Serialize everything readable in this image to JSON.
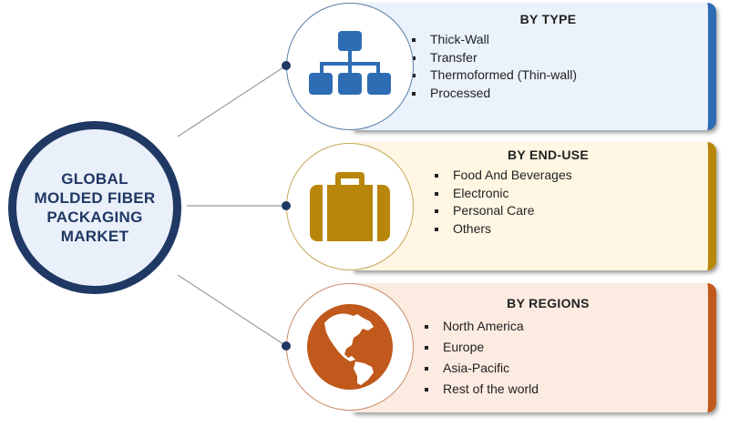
{
  "hub": {
    "title": "GLOBAL MOLDED FIBER PACKAGING MARKET",
    "color": "#1f3864"
  },
  "segments": [
    {
      "heading": "BY TYPE",
      "icon": "hierarchy-icon",
      "accent": "#2e6db4",
      "items": [
        "Thick-Wall",
        "Transfer",
        "Thermoformed (Thin-wall)",
        "Processed"
      ]
    },
    {
      "heading": "BY END-USE",
      "icon": "briefcase-icon",
      "accent": "#b8860b",
      "items": [
        "Food And Beverages",
        "Electronic",
        "Personal Care",
        "Others"
      ]
    },
    {
      "heading": "BY REGIONS",
      "icon": "globe-americas-icon",
      "accent": "#c0591b",
      "items": [
        "North America",
        "Europe",
        "Asia-Pacific",
        "Rest of the world"
      ]
    }
  ]
}
